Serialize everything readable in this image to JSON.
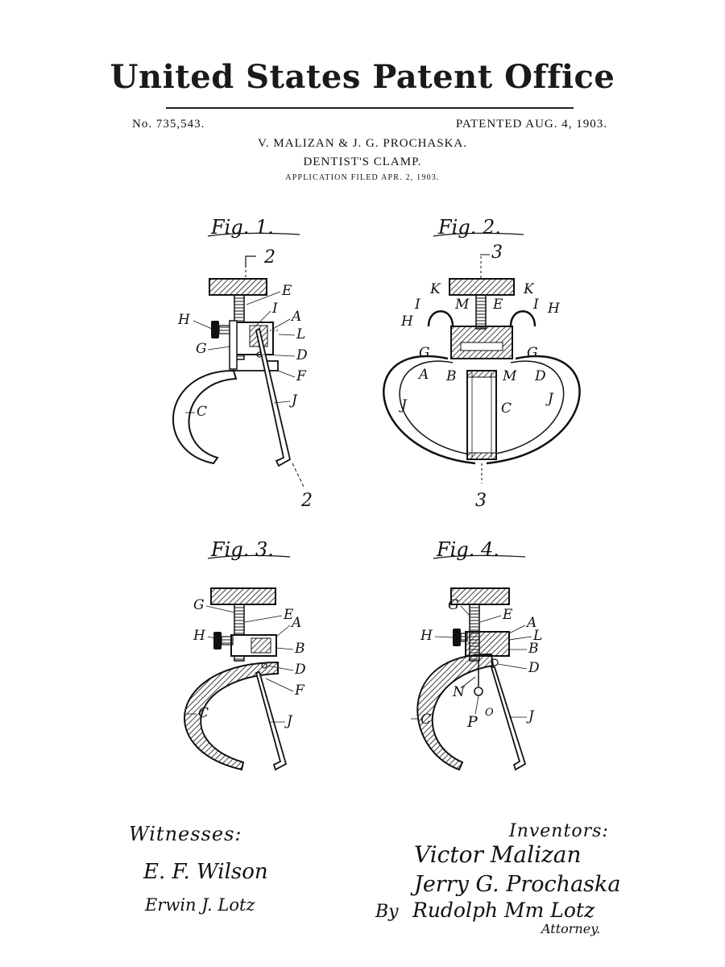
{
  "header": {
    "office_title": "United States Patent Office",
    "patent_number": "No. 735,543.",
    "patented_date": "PATENTED AUG. 4, 1903.",
    "inventors": "V. MALIZAN & J. G. PROCHASKA.",
    "invention_title": "DENTIST'S CLAMP.",
    "application": "APPLICATION FILED APR. 2, 1903."
  },
  "figures": {
    "fig1": {
      "title": "Fig. 1.",
      "section_top": "2",
      "section_bottom": "2",
      "labels": {
        "E": "E",
        "H": "H",
        "I": "I",
        "A": "A",
        "L": "L",
        "G": "G",
        "D": "D",
        "F": "F",
        "C": "C",
        "J": "J"
      }
    },
    "fig2": {
      "title": "Fig. 2.",
      "section_top": "3",
      "section_bottom": "3",
      "labels": {
        "K1": "K",
        "K2": "K",
        "M1": "M",
        "E": "E",
        "I1": "I",
        "I2": "I",
        "H1": "H",
        "H2": "H",
        "G1": "G",
        "G2": "G",
        "A": "A",
        "B": "B",
        "M2": "M",
        "D": "D",
        "J1": "J",
        "J2": "J",
        "C": "C"
      }
    },
    "fig3": {
      "title": "Fig. 3.",
      "labels": {
        "G": "G",
        "E": "E",
        "A": "A",
        "H": "H",
        "B": "B",
        "D": "D",
        "F": "F",
        "C": "C",
        "J": "J"
      }
    },
    "fig4": {
      "title": "Fig. 4.",
      "labels": {
        "G": "G",
        "E": "E",
        "A": "A",
        "L": "L",
        "H": "H",
        "B": "B",
        "D": "D",
        "N": "N",
        "C": "C",
        "P": "P",
        "O": "O",
        "J": "J"
      }
    }
  },
  "witnesses": {
    "heading": "Witnesses:",
    "names": [
      "E. F. Wilson",
      "Erwin J. Lotz"
    ]
  },
  "inventors": {
    "heading": "Inventors:",
    "names": [
      "Victor Malizan",
      "Jerry G. Prochaska"
    ],
    "by_prefix": "By",
    "attorney_name": "Rudolph Mm Lotz",
    "attorney_title": "Attorney."
  }
}
